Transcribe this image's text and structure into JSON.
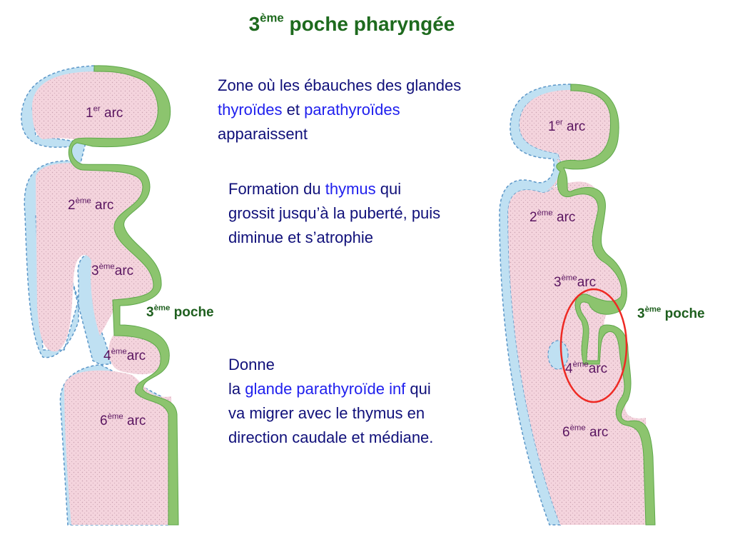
{
  "title": {
    "num": "3",
    "sup": "ème",
    "rest": " poche pharyngée"
  },
  "paragraphs": {
    "p1": {
      "t1": "Zone où les ébauches des glandes",
      "h1": "thyroïdes",
      "t2": " et ",
      "h2": "parathyroïdes",
      "t3": "apparaissent"
    },
    "p2": {
      "t1": "Formation du ",
      "h1": "thymus",
      "t2": " qui",
      "t3": "grossit jusqu’à la puberté, puis",
      "t4": "diminue et s’atrophie"
    },
    "p3": {
      "t1": "Donne",
      "t2": "la ",
      "h1": "glande parathyroïde inf",
      "t3": " qui",
      "t4": "va migrer avec le thymus en",
      "t5": "direction caudale et médiane."
    }
  },
  "labels": {
    "arc1": {
      "n": "1",
      "s": "er",
      "w": " arc"
    },
    "arc2": {
      "n": "2",
      "s": "ème",
      "w": " arc"
    },
    "arc3": {
      "n": "3",
      "s": "ème",
      "w": "arc"
    },
    "arc4": {
      "n": "4",
      "s": "ème",
      "w": "arc"
    },
    "arc6": {
      "n": "6",
      "s": "ème",
      "w": " arc"
    },
    "poche": {
      "n": "3",
      "s": "ème",
      "w": " poche"
    }
  },
  "colors": {
    "endoderm": "#8cc46e",
    "mesenchyme": "#f3d3dc",
    "ectoderm": "#bfe0f2",
    "highlight": "#ee2a24"
  }
}
